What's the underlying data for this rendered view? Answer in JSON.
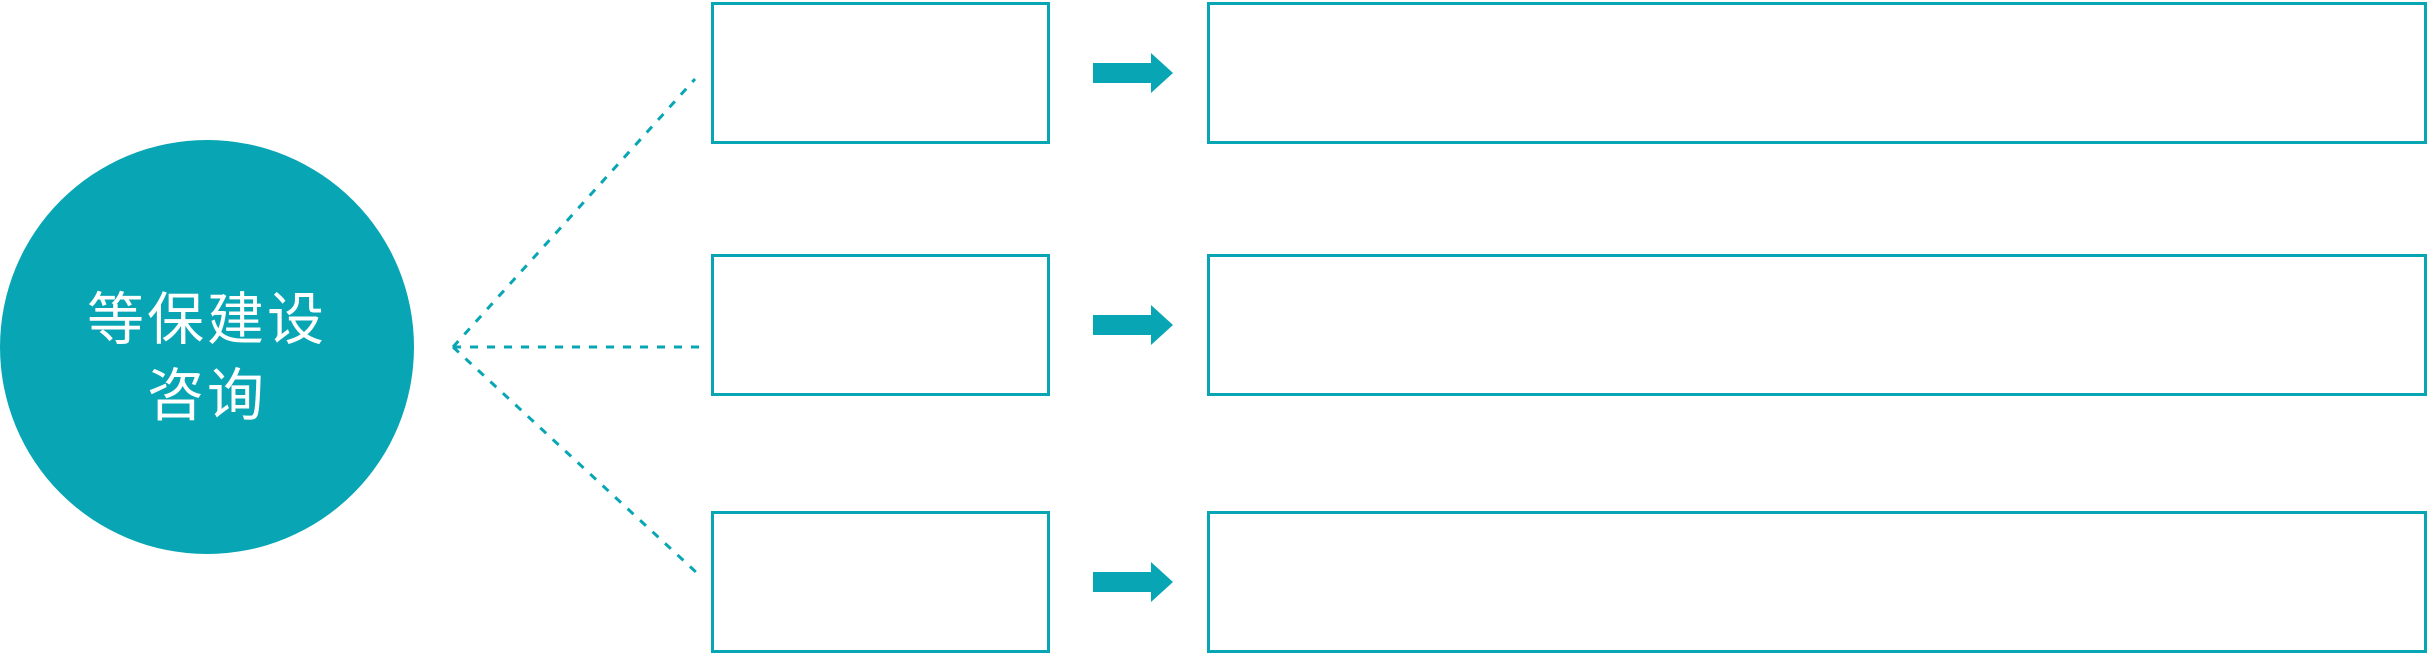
{
  "colors": {
    "accent": "#08a6b4",
    "text_on_accent": "#ffffff",
    "background": "#ffffff"
  },
  "hub": {
    "title_line1": "等保建设",
    "title_line2": "咨询"
  },
  "rows": [
    {
      "small_box_text": "",
      "large_box_text": ""
    },
    {
      "small_box_text": "",
      "large_box_text": ""
    },
    {
      "small_box_text": "",
      "large_box_text": ""
    }
  ],
  "icons": {
    "row_arrow": "arrow-right",
    "connector_style": "dotted-fan"
  }
}
